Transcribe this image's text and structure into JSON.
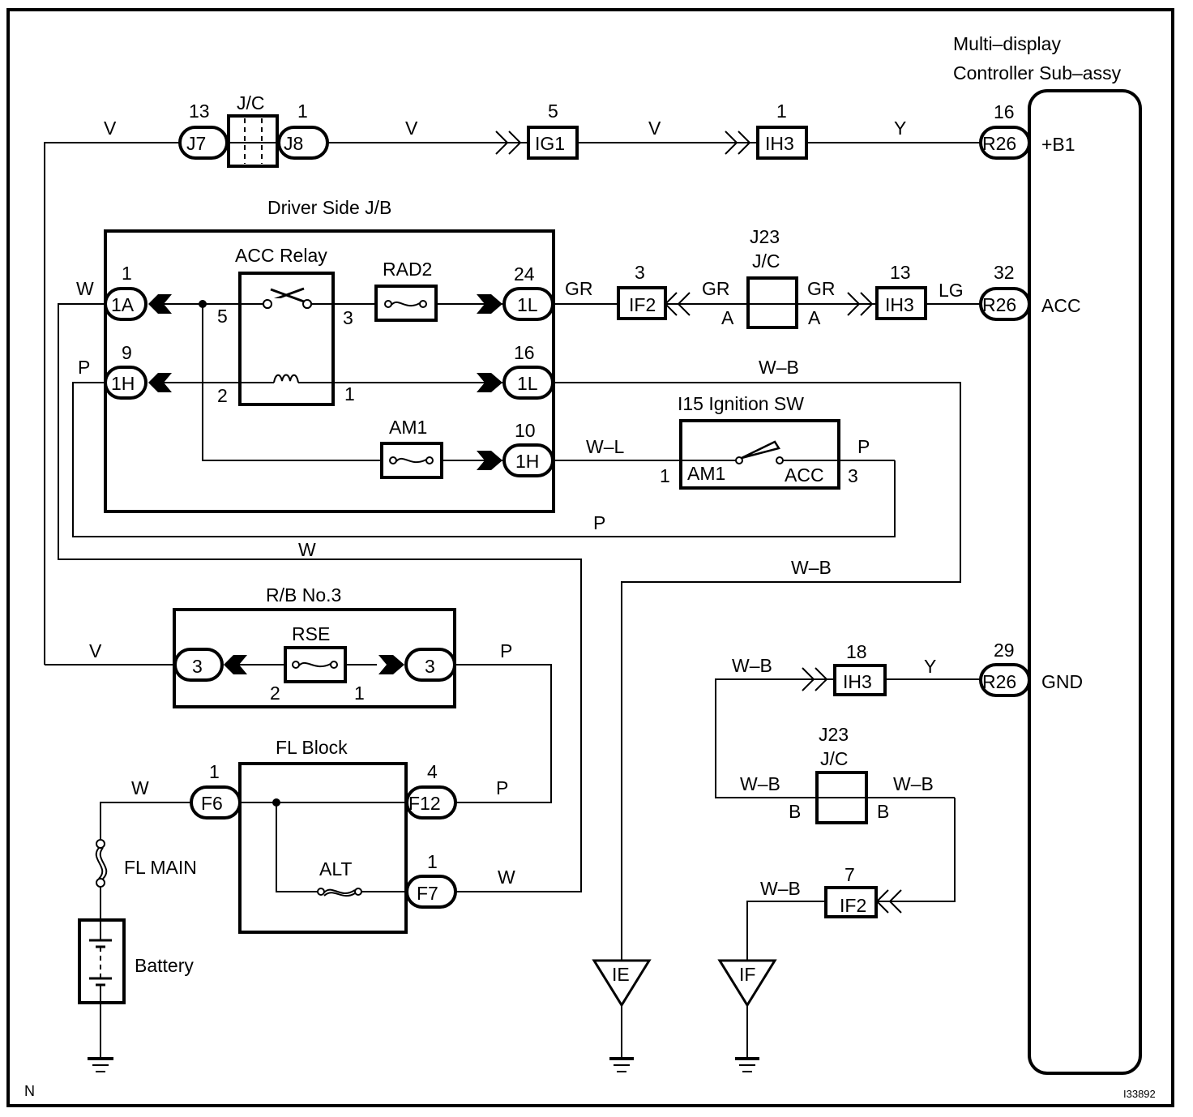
{
  "diagram": {
    "title_component": {
      "line1": "Multi–display",
      "line2": "Controller Sub–assy"
    },
    "corner_marker": "N",
    "figure_id": "I33892",
    "controller_terminals": [
      {
        "pin": "16",
        "connector": "R26",
        "name": "+B1",
        "wire": "Y"
      },
      {
        "pin": "32",
        "connector": "R26",
        "name": "ACC",
        "wire": "LG"
      },
      {
        "pin": "29",
        "connector": "R26",
        "name": "GND",
        "wire": "Y"
      }
    ],
    "top_line": {
      "wire_left": "V",
      "jc_label": "J/C",
      "j7": {
        "pin": "13",
        "connector": "J7"
      },
      "j8": {
        "pin": "1",
        "connector": "J8"
      },
      "wire_mid": "V",
      "ig1": {
        "pin": "5",
        "connector": "IG1"
      },
      "wire_mid2": "V",
      "ih3": {
        "pin": "1",
        "connector": "IH3"
      },
      "wire_right": "Y"
    },
    "driver_jb": {
      "title": "Driver Side J/B",
      "relay_label": "ACC Relay",
      "relay_pins": {
        "p5": "5",
        "p3": "3",
        "p2": "2",
        "p1": "1"
      },
      "fuse_rad2": "RAD2",
      "fuse_am1": "AM1",
      "conn_1a": {
        "pin": "1",
        "connector": "1A",
        "wire": "W"
      },
      "conn_1h_left": {
        "pin": "9",
        "connector": "1H",
        "wire": "P"
      },
      "conn_1l_top": {
        "pin": "24",
        "connector": "1L",
        "wire": "GR"
      },
      "conn_1l_mid": {
        "pin": "16",
        "connector": "1L",
        "wire": "W–B"
      },
      "conn_1h_right": {
        "pin": "10",
        "connector": "1H",
        "wire": "W–L"
      }
    },
    "acc_line": {
      "if2": {
        "pin": "3",
        "connector": "IF2"
      },
      "wire_a_left": "GR",
      "jc_id": "J23",
      "jc_label": "J/C",
      "jc_left_term": "A",
      "jc_right_term": "A",
      "wire_a_right": "GR",
      "ih3": {
        "pin": "13",
        "connector": "IH3"
      }
    },
    "ignition_sw": {
      "title": "I15 Ignition SW",
      "term_left_pin": "1",
      "term_left_name": "AM1",
      "term_right_name": "ACC",
      "term_right_pin": "3",
      "wire_out": "P"
    },
    "loop_wires": {
      "p_bottom": "P",
      "w_bottom": "W",
      "wb_down": "W–B"
    },
    "rb_no3": {
      "title": "R/B No.3",
      "fuse": "RSE",
      "left_conn": "3",
      "right_conn": "3",
      "pin_left": "2",
      "pin_right": "1",
      "wire_left": "V",
      "wire_right": "P"
    },
    "fl_block": {
      "title": "FL Block",
      "f6": {
        "pin": "1",
        "connector": "F6",
        "wire": "W"
      },
      "f12": {
        "pin": "4",
        "connector": "F12",
        "wire": "P"
      },
      "f7": {
        "pin": "1",
        "connector": "F7",
        "wire": "W"
      },
      "fuse_alt": "ALT"
    },
    "fl_main_label": "FL MAIN",
    "battery_label": "Battery",
    "gnd_section": {
      "wire_in": "W–B",
      "ih3": {
        "pin": "18",
        "connector": "IH3"
      },
      "jc_id": "J23",
      "jc_label": "J/C",
      "wire_left": "W–B",
      "wire_right": "W–B",
      "term_left": "B",
      "term_right": "B",
      "if2": {
        "pin": "7",
        "connector": "IF2"
      },
      "wire_if2": "W–B"
    },
    "grounds": {
      "ie": "IE",
      "if": "IF"
    }
  }
}
